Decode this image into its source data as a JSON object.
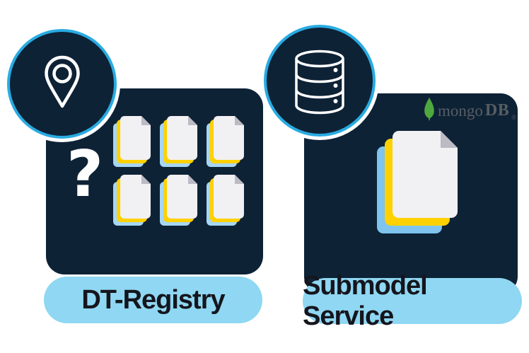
{
  "colors": {
    "navy": "#0e2236",
    "ring_blue": "#29abe2",
    "pill_blue": "#8fd7f2",
    "pill_text": "#15151d",
    "doc_yellow": "#ffd100",
    "doc_blue_small": "#a6d6f3",
    "doc_blue_large": "#7ec4ef",
    "doc_paper": "#f1f0f3",
    "doc_fold": "#bcbac3",
    "mongo_text": "#575d63",
    "leaf_green": "#4fa83d",
    "icon_white": "#ffffff"
  },
  "left_panel": {
    "label": "DT-Registry",
    "icon": "location-pin",
    "question_mark": "?",
    "document_stack_count": 6
  },
  "right_panel": {
    "label": "Submodel Service",
    "icon": "database",
    "mongodb_logo": {
      "prefix": "mongo",
      "suffix": "DB",
      "registered_mark": "®"
    },
    "document_stack_count": 1
  }
}
